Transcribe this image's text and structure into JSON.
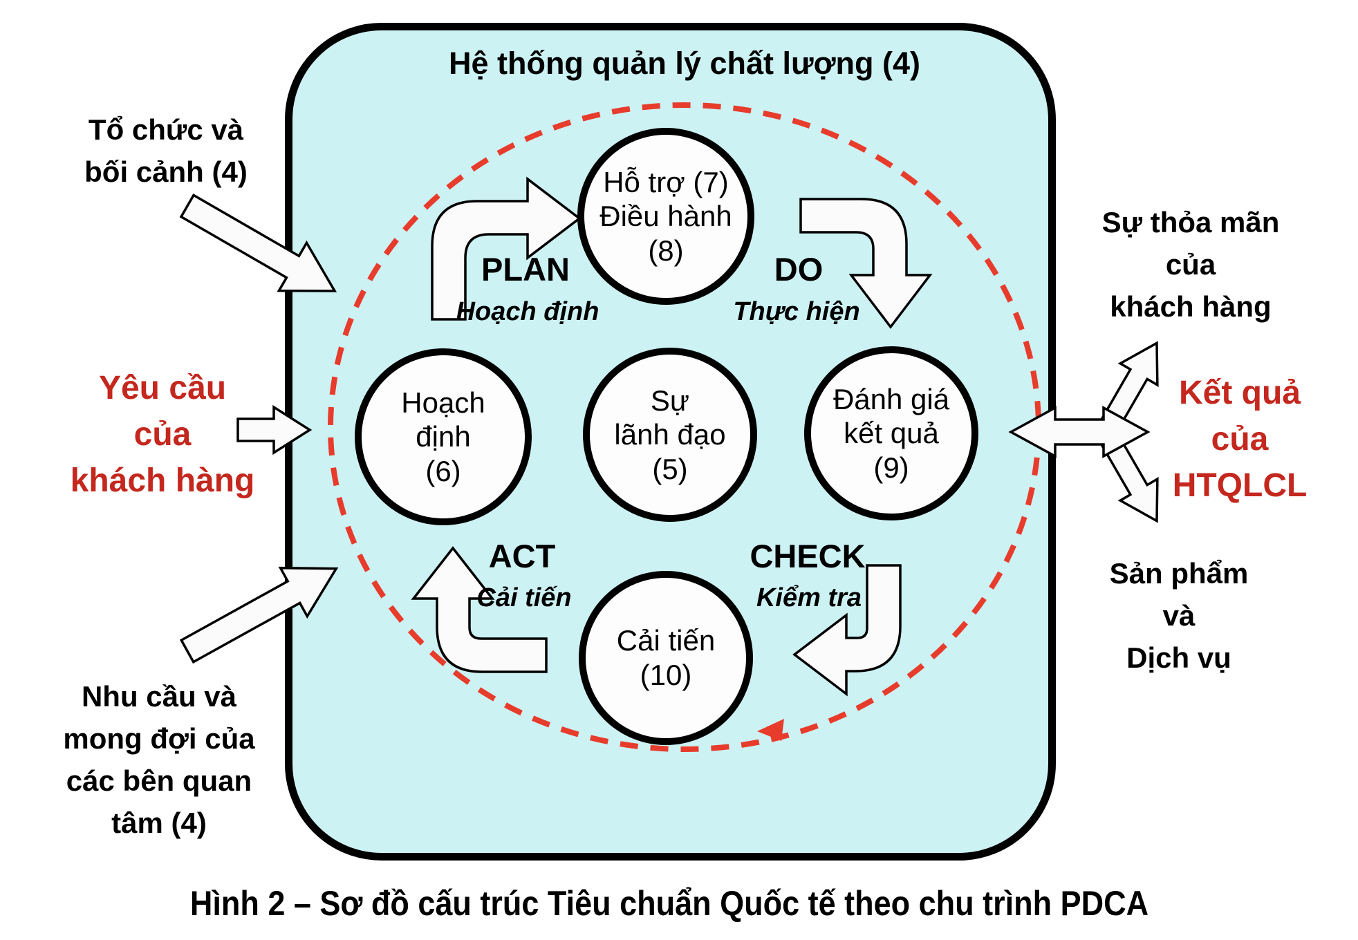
{
  "colors": {
    "box_fill": "#cdf2f4",
    "accent_red": "#c4271d",
    "dash_red": "#e73c2c",
    "ink": "#000000",
    "arrow_fill": "#fbfbfb"
  },
  "title": "Hệ thống quản lý chất lượng (4)",
  "caption": "Hình 2 – Sơ đồ cấu trúc Tiêu chuẩn Quốc tế theo chu trình PDCA",
  "circles": {
    "support": {
      "lines": [
        "Hỗ trợ (7)",
        "Điều hành",
        "(8)"
      ]
    },
    "planning": {
      "lines": [
        "Hoạch",
        "định",
        "(6)"
      ]
    },
    "leadership": {
      "lines": [
        "Sự",
        "lãnh đạo",
        "(5)"
      ]
    },
    "evaluation": {
      "lines": [
        "Đánh giá",
        "kết quả",
        "(9)"
      ]
    },
    "improvement": {
      "lines": [
        "Cải tiến",
        "(10)"
      ]
    }
  },
  "pdca": {
    "plan": {
      "en": "PLAN",
      "vi": "Hoạch định"
    },
    "do": {
      "en": "DO",
      "vi": "Thực hiện"
    },
    "check": {
      "en": "CHECK",
      "vi": "Kiểm tra"
    },
    "act": {
      "en": "ACT",
      "vi": "Cải tiến"
    }
  },
  "annotations": {
    "context": {
      "lines": [
        "Tổ chức và",
        "bối cảnh (4)"
      ]
    },
    "customer_requirements": {
      "lines": [
        "Yêu cầu",
        "của",
        "khách hàng"
      ]
    },
    "interested_parties": {
      "lines": [
        "Nhu cầu và",
        "mong đợi của",
        "các bên quan",
        "tâm (4)"
      ]
    },
    "customer_satisfaction": {
      "lines": [
        "Sự thỏa mãn",
        "của",
        "khách hàng"
      ]
    },
    "qms_results": {
      "lines": [
        "Kết quả",
        "của",
        "HTQLCL"
      ]
    },
    "products_services": {
      "lines": [
        "Sản phẩm",
        "và",
        "Dịch vụ"
      ]
    }
  }
}
